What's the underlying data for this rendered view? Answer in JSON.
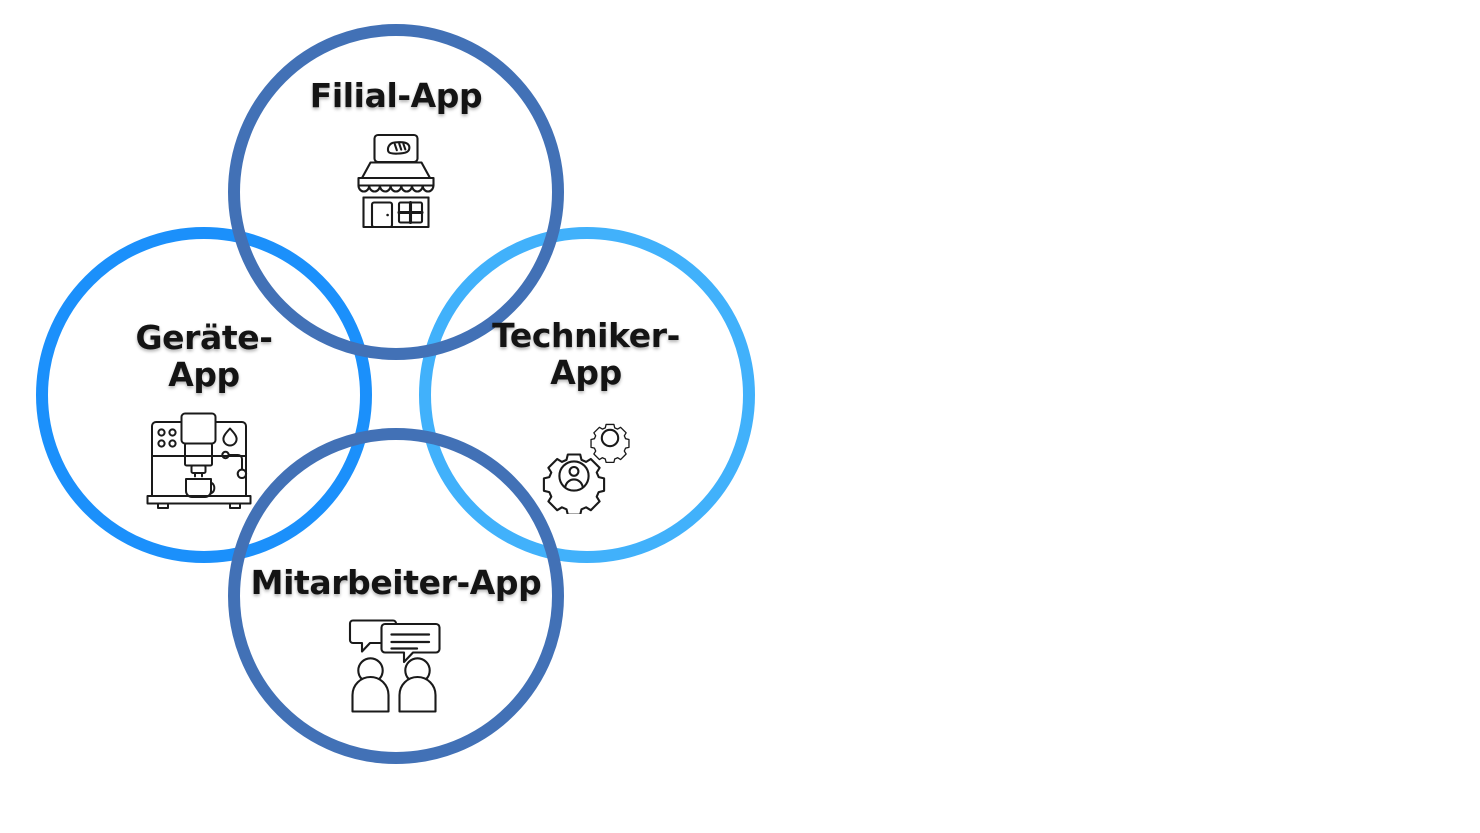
{
  "diagram": {
    "type": "venn-quatrefoil",
    "background_color": "#ffffff",
    "colors": {
      "dark_blue": "#4271b6",
      "blue": "#1b90fb",
      "light_blue": "#41b1fb",
      "text": "#141414"
    },
    "lobes": [
      {
        "id": "filial",
        "title": "Filial-App",
        "position": "top",
        "ring_color": "#4271b6",
        "icon": "bakery-storefront-icon"
      },
      {
        "id": "geraete",
        "title": "Geräte-\nApp",
        "position": "left",
        "ring_color": "#1b90fb",
        "icon": "coffee-machine-icon"
      },
      {
        "id": "techniker",
        "title": "Techniker-\nApp",
        "position": "right",
        "ring_color": "#41b1fb",
        "icon": "gears-user-icon"
      },
      {
        "id": "mitarbeiter",
        "title": "Mitarbeiter-App",
        "position": "bottom",
        "ring_color": "#4271b6",
        "icon": "two-people-chat-icon"
      }
    ]
  }
}
